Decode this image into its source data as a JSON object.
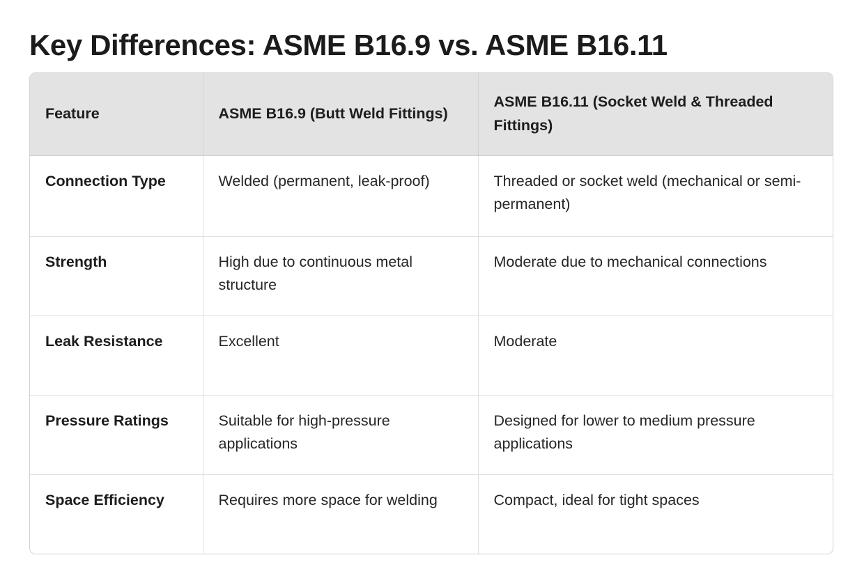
{
  "page": {
    "title": "Key Differences: ASME B16.9 vs. ASME B16.11",
    "background_color": "#ffffff",
    "text_color": "#1b1b1b"
  },
  "table": {
    "header_background_color": "#e3e3e3",
    "border_color": "#d2d2d2",
    "columns": [
      "Feature",
      "ASME B16.9 (Butt Weld Fittings)",
      "ASME B16.11 (Socket Weld & Threaded Fittings)"
    ],
    "rows": [
      {
        "feature": "Connection Type",
        "b169": "Welded (permanent, leak-proof)",
        "b1611": "Threaded or socket weld (mechanical or semi-permanent)"
      },
      {
        "feature": "Strength",
        "b169": "High due to continuous metal structure",
        "b1611": "Moderate due to mechanical connections"
      },
      {
        "feature": "Leak Resistance",
        "b169": "Excellent",
        "b1611": "Moderate"
      },
      {
        "feature": "Pressure Ratings",
        "b169": "Suitable for high-pressure applications",
        "b1611": "Designed for lower to medium pressure applications"
      },
      {
        "feature": "Space Efficiency",
        "b169": "Requires more space for welding",
        "b1611": "Compact, ideal for tight spaces"
      }
    ]
  }
}
